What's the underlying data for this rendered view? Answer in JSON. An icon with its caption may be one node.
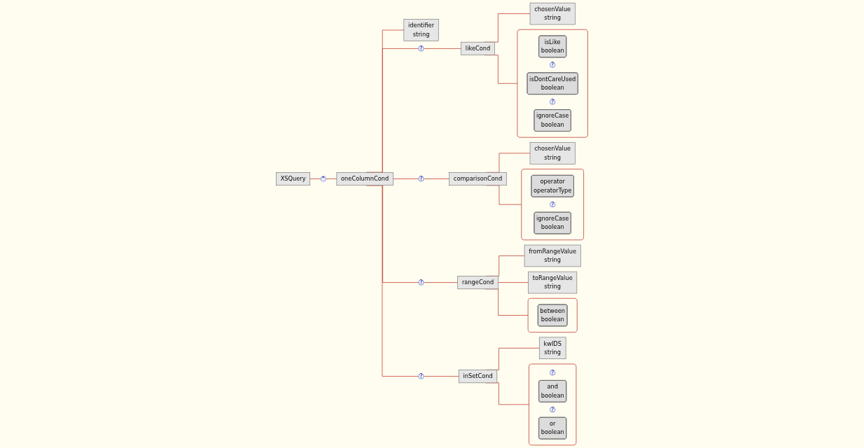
{
  "diagram": {
    "nodes": [
      {
        "text": [
          "XSQuery"
        ]
      },
      {
        "text": [
          "*"
        ]
      },
      {
        "text": [
          "oneColumnCond"
        ]
      },
      {
        "text": [
          "identifier",
          "string"
        ]
      },
      {
        "text": [
          "?"
        ]
      },
      {
        "text": [
          "likeCond"
        ]
      },
      {
        "text": [],
        "shape": "box"
      },
      {
        "text": [
          "isLike",
          "boolean"
        ],
        "in": 6
      },
      {
        "text": [
          "?"
        ],
        "in": 6
      },
      {
        "text": [
          "isDontCareUsed",
          "boolean"
        ],
        "in": 6
      },
      {
        "text": [
          "?"
        ],
        "in": 6
      },
      {
        "text": [
          "ignoreCase",
          "boolean"
        ],
        "in": 6
      },
      {
        "text": [
          "chosenValue",
          "string"
        ]
      },
      {
        "text": [
          "?"
        ]
      },
      {
        "text": [
          "comparisonCond"
        ]
      },
      {
        "text": [],
        "shape": "box"
      },
      {
        "text": [
          "operator",
          "operatorType"
        ],
        "in": 15
      },
      {
        "text": [
          "?"
        ],
        "in": 15
      },
      {
        "text": [
          "ignoreCase",
          "boolean"
        ],
        "in": 15
      },
      {
        "text": [
          "chosenValue",
          "string"
        ]
      },
      {
        "text": [
          "?"
        ]
      },
      {
        "text": [
          "rangeCond"
        ]
      },
      {
        "text": [],
        "shape": "box"
      },
      {
        "text": [
          "between",
          "boolean"
        ],
        "in": 22
      },
      {
        "text": [
          "fromRangeValue",
          "string"
        ]
      },
      {
        "text": [
          "toRangeValue",
          "string"
        ]
      },
      {
        "text": [
          "?"
        ]
      },
      {
        "text": [
          "inSetCond"
        ]
      },
      {
        "text": [],
        "shape": "box"
      },
      {
        "text": [
          "?"
        ],
        "in": 28
      },
      {
        "text": [
          "and",
          "boolean"
        ],
        "in": 28
      },
      {
        "text": [
          "?"
        ],
        "in": 28
      },
      {
        "text": [
          "or",
          "boolean"
        ],
        "in": 28
      },
      {
        "text": [
          "kwIDS",
          "string"
        ]
      }
    ],
    "edges": [
      {
        "from": 0,
        "to": 1,
        "arrow": "none"
      },
      {
        "from": 1,
        "to": 2,
        "arrow": "none"
      },
      {
        "from": 2,
        "to": 3,
        "arrow": "none"
      },
      {
        "from": 2,
        "to": 4,
        "arrow": "none"
      },
      {
        "from": 4,
        "to": 5,
        "arrow": "none"
      },
      {
        "from": 2,
        "to": 13,
        "arrow": "none"
      },
      {
        "from": 13,
        "to": 14,
        "arrow": "none"
      },
      {
        "from": 2,
        "to": 20,
        "arrow": "none"
      },
      {
        "from": 20,
        "to": 21,
        "arrow": "none"
      },
      {
        "from": 2,
        "to": 26,
        "arrow": "none"
      },
      {
        "from": 26,
        "to": 27,
        "arrow": "none"
      },
      {
        "from": 5,
        "to": 6,
        "arrow": "none"
      },
      {
        "from": 5,
        "to": 12,
        "arrow": "none"
      },
      {
        "from": 14,
        "to": 15,
        "arrow": "none"
      },
      {
        "from": 14,
        "to": 19,
        "arrow": "none"
      },
      {
        "from": 21,
        "to": 22,
        "arrow": "none"
      },
      {
        "from": 21,
        "to": 24,
        "arrow": "none"
      },
      {
        "from": 21,
        "to": 25,
        "arrow": "none"
      },
      {
        "from": 27,
        "to": 28,
        "arrow": "none"
      },
      {
        "from": 27,
        "to": 33,
        "arrow": "none"
      }
    ]
  }
}
